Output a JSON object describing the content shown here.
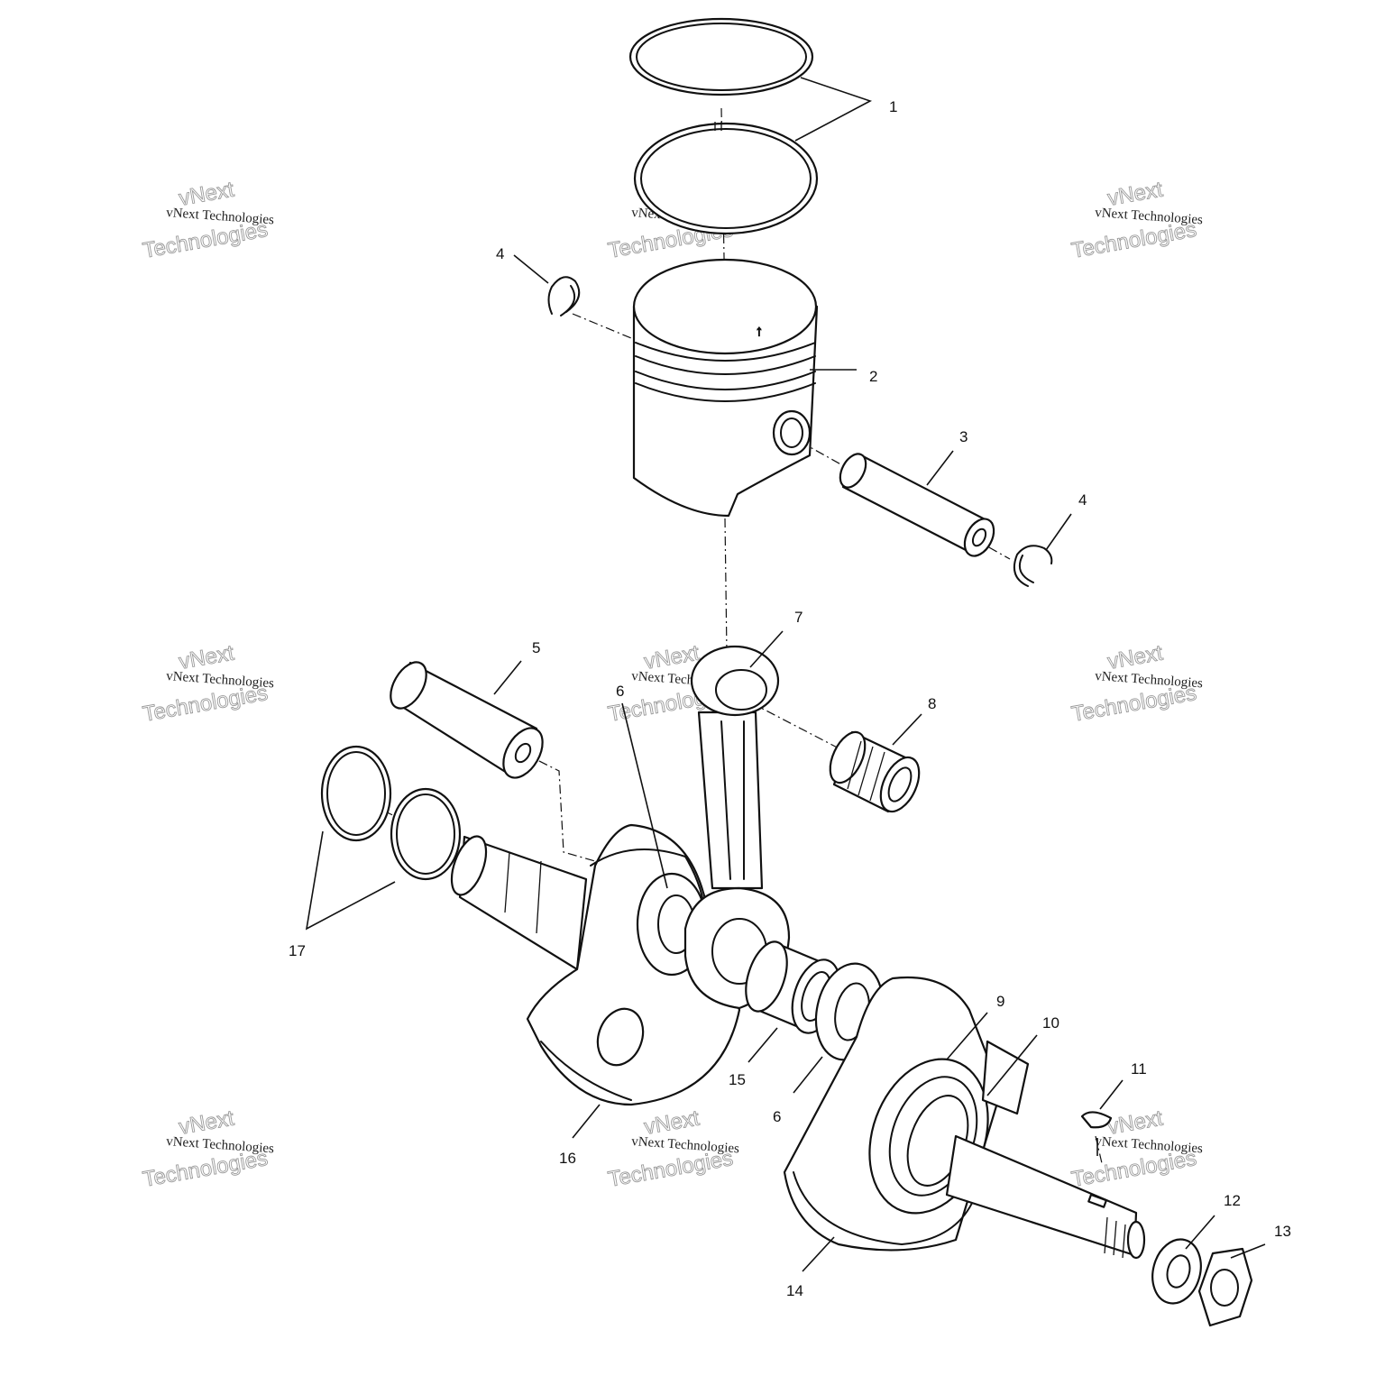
{
  "callouts": {
    "c1": "1",
    "c2": "2",
    "c3": "3",
    "c4a": "4",
    "c4b": "4",
    "c5": "5",
    "c6a": "6",
    "c6b": "6",
    "c7": "7",
    "c8": "8",
    "c9": "9",
    "c10": "10",
    "c11": "11",
    "c12": "12",
    "c13": "13",
    "c14": "14",
    "c15": "15",
    "c16": "16",
    "c17": "17"
  },
  "watermark": {
    "line_small": "vNext Technologies",
    "line_big_1": "vNext",
    "line_big_2": "Technologies"
  }
}
